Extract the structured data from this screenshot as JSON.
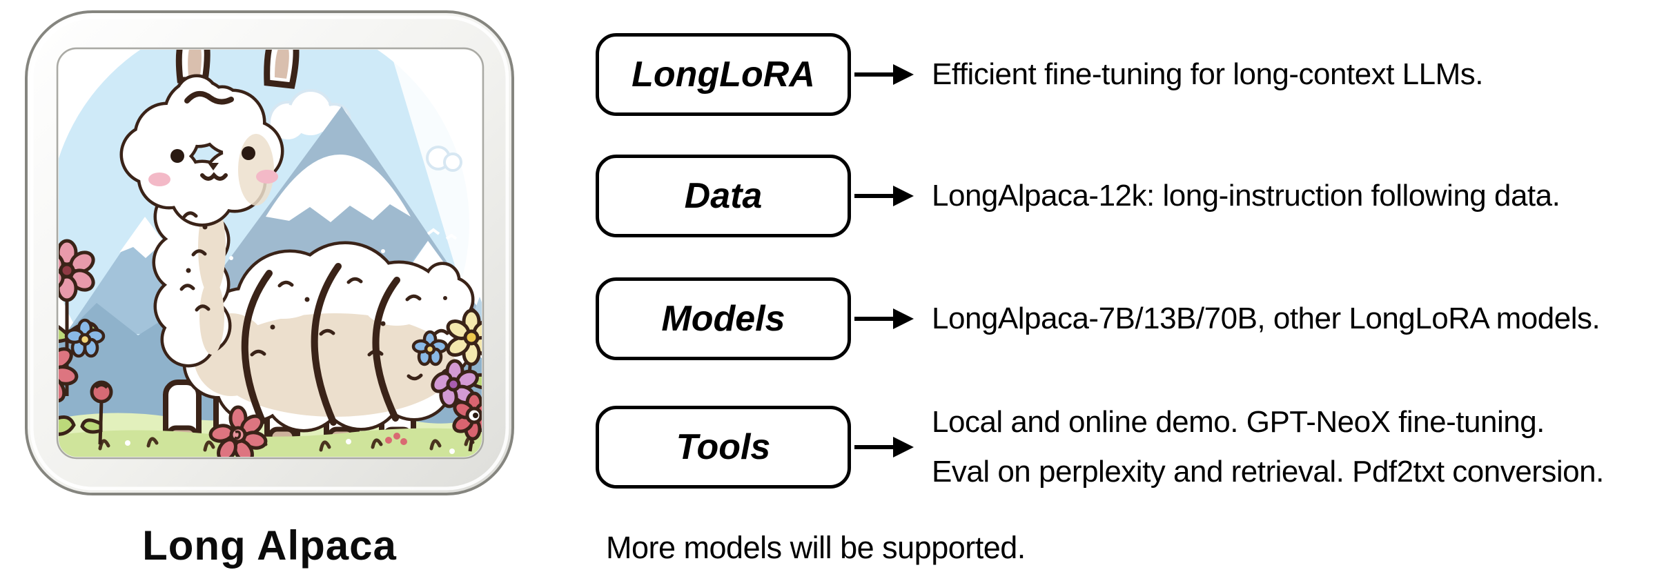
{
  "page": {
    "background": "#ffffff",
    "text_color": "#000000"
  },
  "icon": {
    "caption": "Long Alpaca",
    "description": "Cartoon long-bodied fluffy alpaca standing in a flower meadow with snowy mountains and clouds behind, framed in a glossy app-icon bezel",
    "colors": {
      "outline": "#3a2318",
      "sky": "#cfeaf8",
      "mountain": "#9fbacf",
      "mountain_dark": "#8aa9bf",
      "grass_back": "#e2f0bc",
      "grass_front": "#cfe49b",
      "wool": "#ffffff",
      "wool_shade": "#ecdfcd",
      "cheek": "#f3b9c7",
      "hoof": "#cdb29c",
      "flower_pink": "#e89aab",
      "flower_red": "#dd7580",
      "flower_blue": "#8ab9e6",
      "flower_yellow": "#f4e8ae",
      "flower_purple": "#d39ad4",
      "leaf": "#bcd97a",
      "bezel_border": "#85857f"
    }
  },
  "diagram": {
    "box_border_color": "#000000",
    "rows": [
      {
        "label": "LongLoRA",
        "lines": [
          "Efficient fine-tuning for long-context LLMs."
        ]
      },
      {
        "label": "Data",
        "lines": [
          "LongAlpaca-12k: long-instruction following data."
        ]
      },
      {
        "label": "Models",
        "lines": [
          "LongAlpaca-7B/13B/70B, other LongLoRA models."
        ]
      },
      {
        "label": "Tools",
        "lines": [
          "Local and online demo. GPT-NeoX fine-tuning.",
          "Eval on perplexity and retrieval. Pdf2txt conversion."
        ]
      }
    ],
    "footnote": "More models will be supported."
  }
}
